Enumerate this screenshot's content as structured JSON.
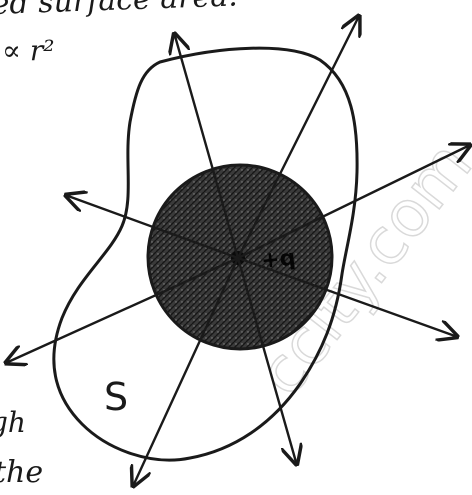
{
  "top_text": "ed surface area.",
  "proportional_text": "∝ r²",
  "surface_label": "S",
  "charge_label": "+q",
  "left_text_line1": "gh",
  "left_text_line2": "the",
  "watermark_text": "ccity.com",
  "ink_color": "#1a1a1a",
  "sphere_fill": "#3a3a3a"
}
